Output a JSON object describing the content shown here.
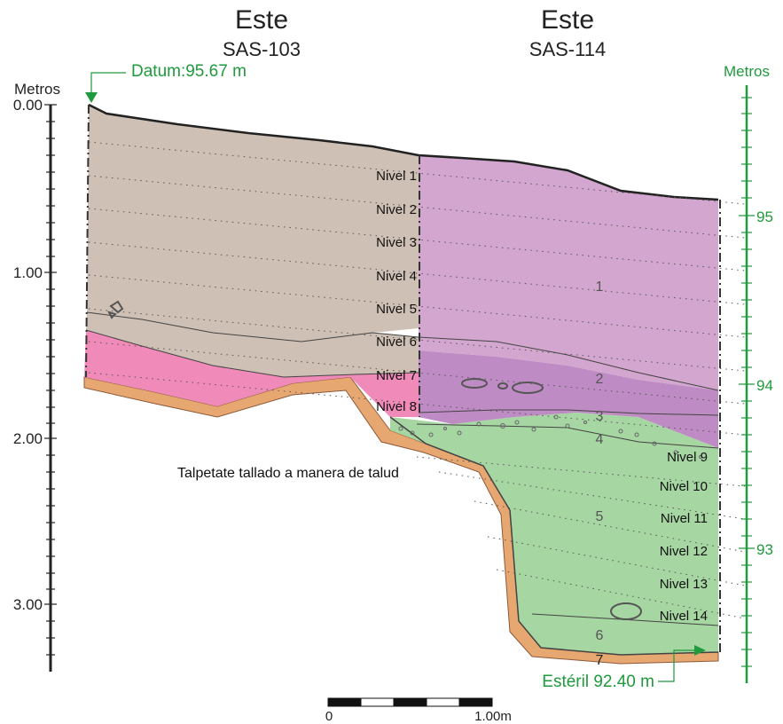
{
  "headers": {
    "left_title": "Este",
    "left_unit": "SAS-103",
    "right_title": "Este",
    "right_unit": "SAS-114"
  },
  "datum_label": "Datum:95.67 m",
  "base_label": "Estéril 92.40 m",
  "left_axis": {
    "title": "Metros",
    "ticks": [
      "0.00",
      "1.00",
      "2.00",
      "3.00"
    ]
  },
  "right_axis": {
    "title": "Metros",
    "ticks": [
      "95",
      "94",
      "93"
    ]
  },
  "levels": [
    "Nivel 1",
    "Nivel 2",
    "Nivel 3",
    "Nivel 4",
    "Nivel 5",
    "Nivel 6",
    "Nivel 7",
    "Nivel 8",
    "Nivel 9",
    "Nivel 10",
    "Nivel 11",
    "Nivel 12",
    "Nivel 13",
    "Nivel 14"
  ],
  "layers": [
    "1",
    "2",
    "3",
    "4",
    "5",
    "6",
    "7"
  ],
  "annotation": "Talpetate tallado a manera de talud",
  "scale_bar": {
    "start_label": "0",
    "end_label": "1.00m"
  },
  "colors": {
    "layer_brown": "#cfc0b5",
    "layer_purple": "#d3a6cf",
    "layer_pink": "#f08ab8",
    "layer_green": "#a6d6a2",
    "layer_dark_purple": "#bf8bc4",
    "sterile_band": "#e7a771",
    "datum_green": "#1f9a3c"
  }
}
